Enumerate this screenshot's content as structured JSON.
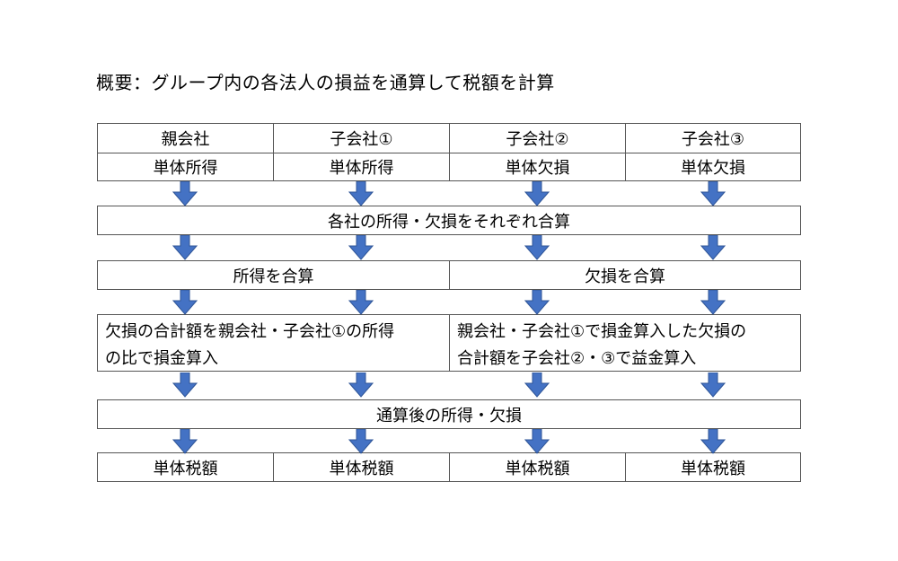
{
  "title": "概要：グループ内の各法人の損益を通算して税額を計算",
  "row1": [
    "親会社",
    "子会社①",
    "子会社②",
    "子会社③"
  ],
  "row2": [
    "単体所得",
    "単体所得",
    "単体欠損",
    "単体欠損"
  ],
  "step_combine": "各社の所得・欠損をそれぞれ合算",
  "step_sum_income": "所得を合算",
  "step_sum_loss": "欠損を合算",
  "step_deduct_line1": "欠損の合計額を親会社・子会社①の所得",
  "step_deduct_line2": "の比で損金算入",
  "step_benefit_line1": "親会社・子会社①で損金算入した欠損の",
  "step_benefit_line2": "合計額を子会社②・③で益金算入",
  "step_after": "通算後の所得・欠損",
  "row_tax": [
    "単体税額",
    "単体税額",
    "単体税額",
    "単体税額"
  ],
  "arrow_color": "#4472c4"
}
